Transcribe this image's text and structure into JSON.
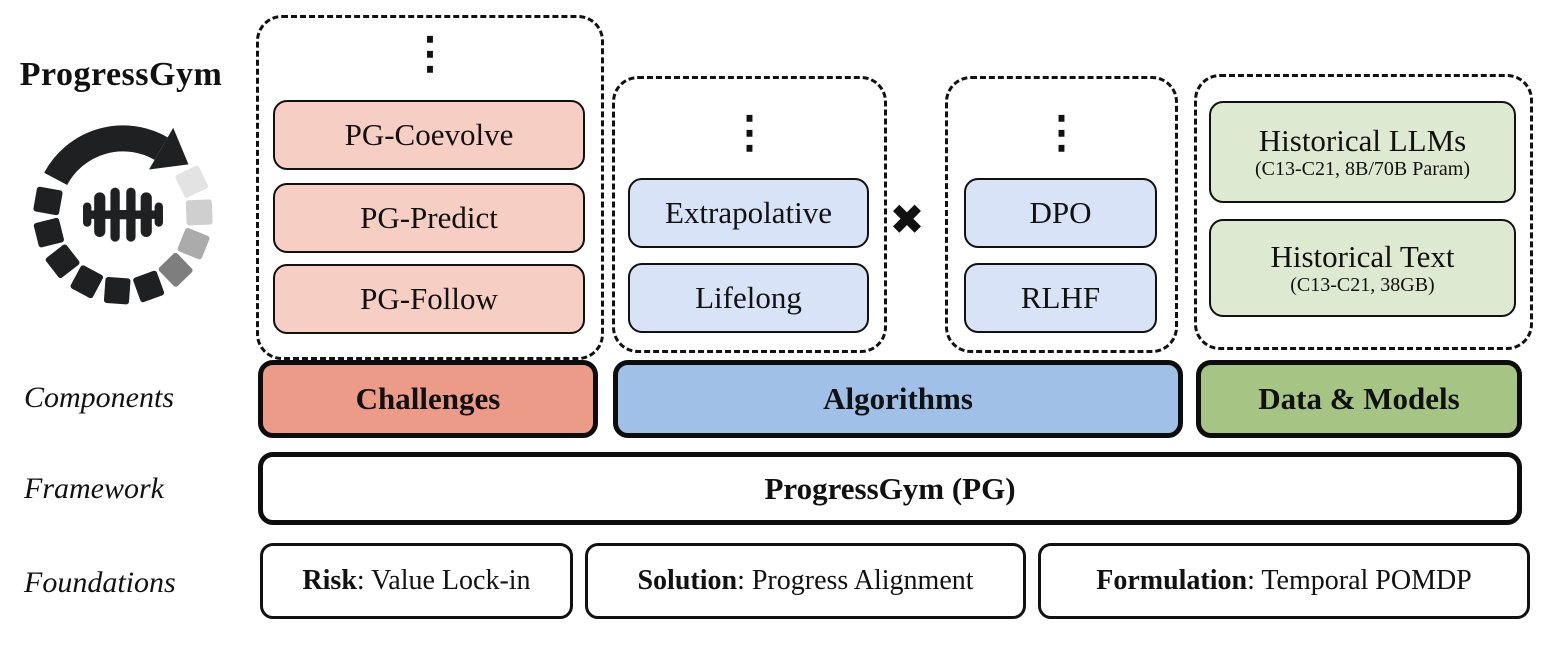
{
  "brand": {
    "title": "ProgressGym",
    "logo_icon": "circular-progress-arrow-dumbbell"
  },
  "row_labels": {
    "components": "Components",
    "framework": "Framework",
    "foundations": "Foundations"
  },
  "groups": {
    "challenges": {
      "ellipsis_icon": "⋮",
      "items": [
        "PG-Coevolve",
        "PG-Predict",
        "PG-Follow"
      ]
    },
    "algorithm_types": {
      "ellipsis_icon": "⋮",
      "items": [
        "Extrapolative",
        "Lifelong"
      ]
    },
    "cross_icon": "✖",
    "algorithm_bases": {
      "ellipsis_icon": "⋮",
      "items": [
        "DPO",
        "RLHF"
      ]
    },
    "data_models": {
      "items": [
        {
          "title": "Historical LLMs",
          "subtitle": "(C13-C21, 8B/70B Param)"
        },
        {
          "title": "Historical Text",
          "subtitle": "(C13-C21, 38GB)"
        }
      ]
    }
  },
  "components_row": {
    "challenges": "Challenges",
    "algorithms": "Algorithms",
    "data_models": "Data & Models"
  },
  "framework_row": {
    "label": "ProgressGym (PG)"
  },
  "foundations_row": {
    "items": [
      {
        "term": "Risk",
        "rest": ": Value Lock-in"
      },
      {
        "term": "Solution",
        "rest": ": Progress Alignment"
      },
      {
        "term": "Formulation",
        "rest": ": Temporal POMDP"
      }
    ]
  },
  "colors": {
    "salmon_light": "#f7cec3",
    "salmon_dark": "#eb9b88",
    "blue_light": "#d8e3f7",
    "blue_dark": "#a0c0e8",
    "green_light": "#dde9d0",
    "green_dark": "#a6c584",
    "ink": "#111111"
  }
}
